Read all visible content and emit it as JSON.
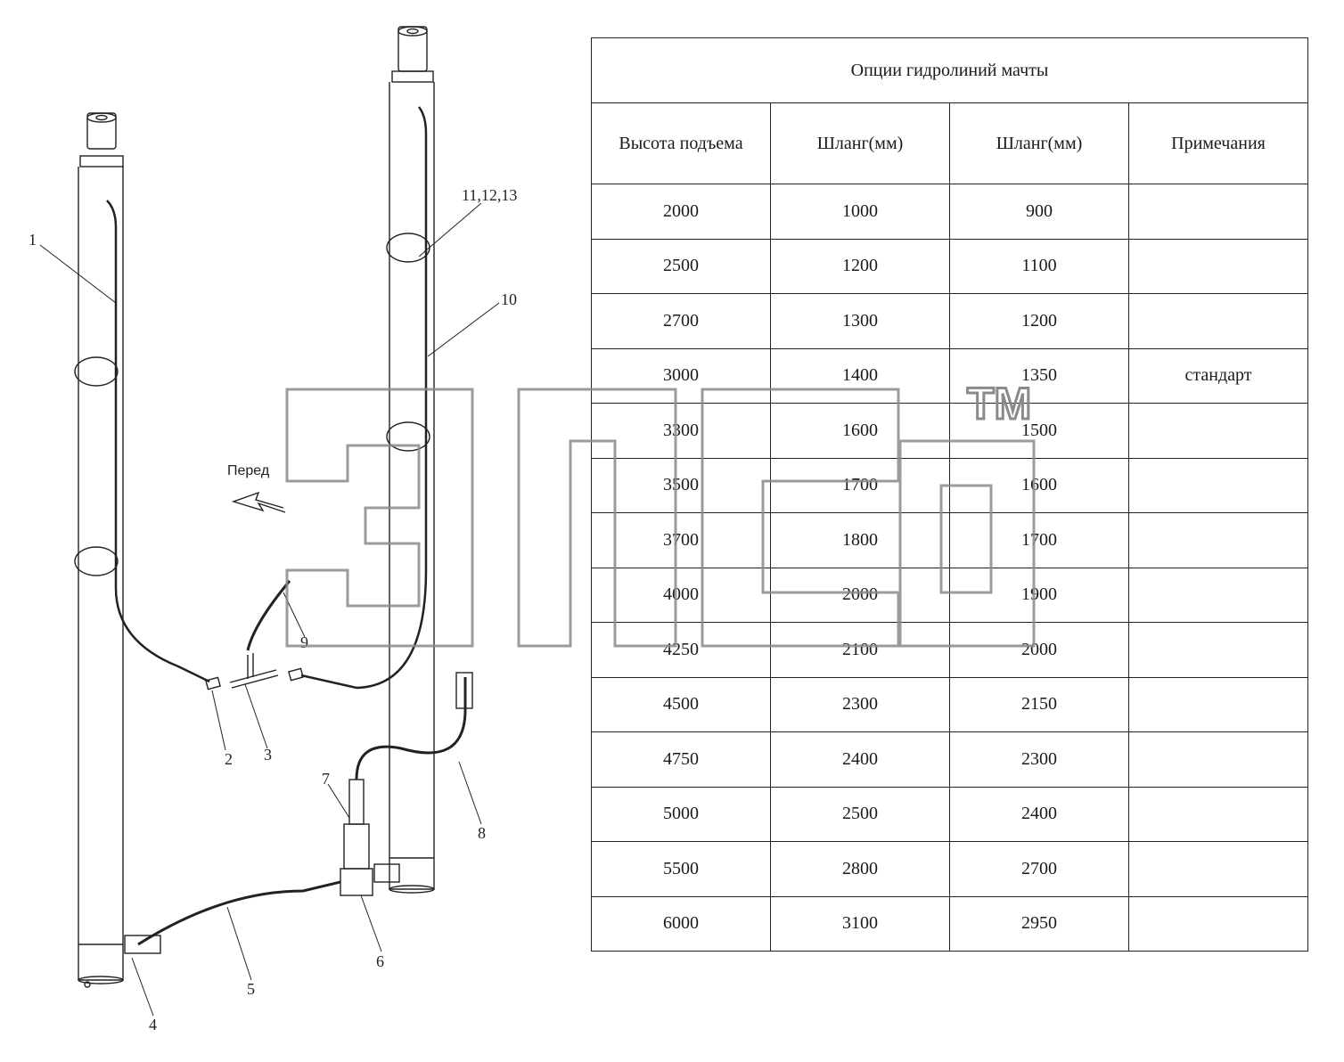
{
  "table": {
    "title": "Опции гидролиний мачты",
    "headers": [
      "Высота подъема",
      "Шланг(мм)",
      "Шланг(мм)",
      "Примечания"
    ],
    "rows": [
      [
        "2000",
        "1000",
        "900",
        ""
      ],
      [
        "2500",
        "1200",
        "1100",
        ""
      ],
      [
        "2700",
        "1300",
        "1200",
        ""
      ],
      [
        "3000",
        "1400",
        "1350",
        "стандарт"
      ],
      [
        "3300",
        "1600",
        "1500",
        ""
      ],
      [
        "3500",
        "1700",
        "1600",
        ""
      ],
      [
        "3700",
        "1800",
        "1700",
        ""
      ],
      [
        "4000",
        "2000",
        "1900",
        ""
      ],
      [
        "4250",
        "2100",
        "2000",
        ""
      ],
      [
        "4500",
        "2300",
        "2150",
        ""
      ],
      [
        "4750",
        "2400",
        "2300",
        ""
      ],
      [
        "5000",
        "2500",
        "2400",
        ""
      ],
      [
        "5500",
        "2800",
        "2700",
        ""
      ],
      [
        "6000",
        "3100",
        "2950",
        ""
      ]
    ]
  },
  "diagram": {
    "direction_label": "Перед",
    "callouts": {
      "c1": "1",
      "c2": "2",
      "c3": "3",
      "c4": "4",
      "c5": "5",
      "c6": "6",
      "c7": "7",
      "c8": "8",
      "c9": "9",
      "c10": "10",
      "c11": "11,12,13"
    }
  },
  "watermark": {
    "tm": "TM"
  },
  "colors": {
    "line": "#222222",
    "watermark": "#8a8a8a",
    "background": "#ffffff"
  }
}
